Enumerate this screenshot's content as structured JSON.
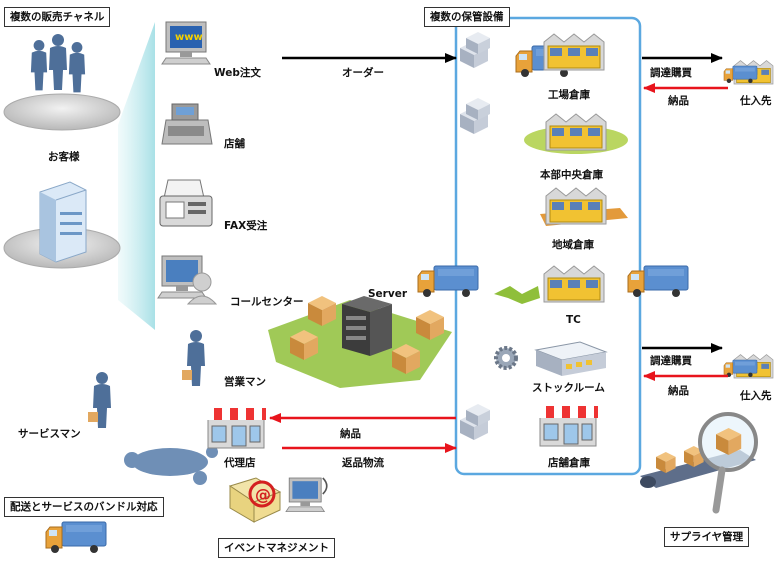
{
  "headings": {
    "channels": "複数の販売チャネル",
    "storage": "複数の保管設備",
    "bundle": "配送とサービスのバンドル対応",
    "event": "イベントマネジメント",
    "supplier_mgmt": "サプライヤ管理"
  },
  "customer": {
    "label": "お客様"
  },
  "channels": {
    "web": "Web注文",
    "web_screen": "www",
    "store": "店舗",
    "fax": "FAX受注",
    "call": "コールセンター",
    "sales": "営業マン",
    "service": "サービスマン",
    "agent": "代理店"
  },
  "server": {
    "label": "Server"
  },
  "facilities": {
    "factory": "工場倉庫",
    "central": "本部中央倉庫",
    "regional": "地域倉庫",
    "tc": "TC",
    "stockroom": "ストックルーム",
    "shop": "店舗倉庫"
  },
  "flows": {
    "order": "オーダー",
    "procure1": "調達購買",
    "deliver1": "納品",
    "supplier1": "仕入先",
    "procure2": "調達購買",
    "deliver2": "納品",
    "supplier2": "仕入先",
    "deliver_agent": "納品",
    "returns": "返品物流"
  },
  "colors": {
    "border_blue": "#5ba8e0",
    "arrow_red": "#e8141c",
    "arrow_black": "#000000",
    "truck_blue": "#5b8fd0",
    "box_tan": "#e2a860",
    "person_blue": "#4e6f99",
    "ground_green": "#8fbf3a",
    "email_red": "#d42020"
  },
  "icons": [
    "person-group-icon",
    "building-icon",
    "computer-icon",
    "cash-register-icon",
    "fax-icon",
    "call-center-icon",
    "server-icon",
    "truck-icon",
    "warehouse-icon",
    "box-stack-icon",
    "gear-icon",
    "storefront-icon",
    "magnifier-icon",
    "email-icon",
    "conveyor-icon"
  ]
}
